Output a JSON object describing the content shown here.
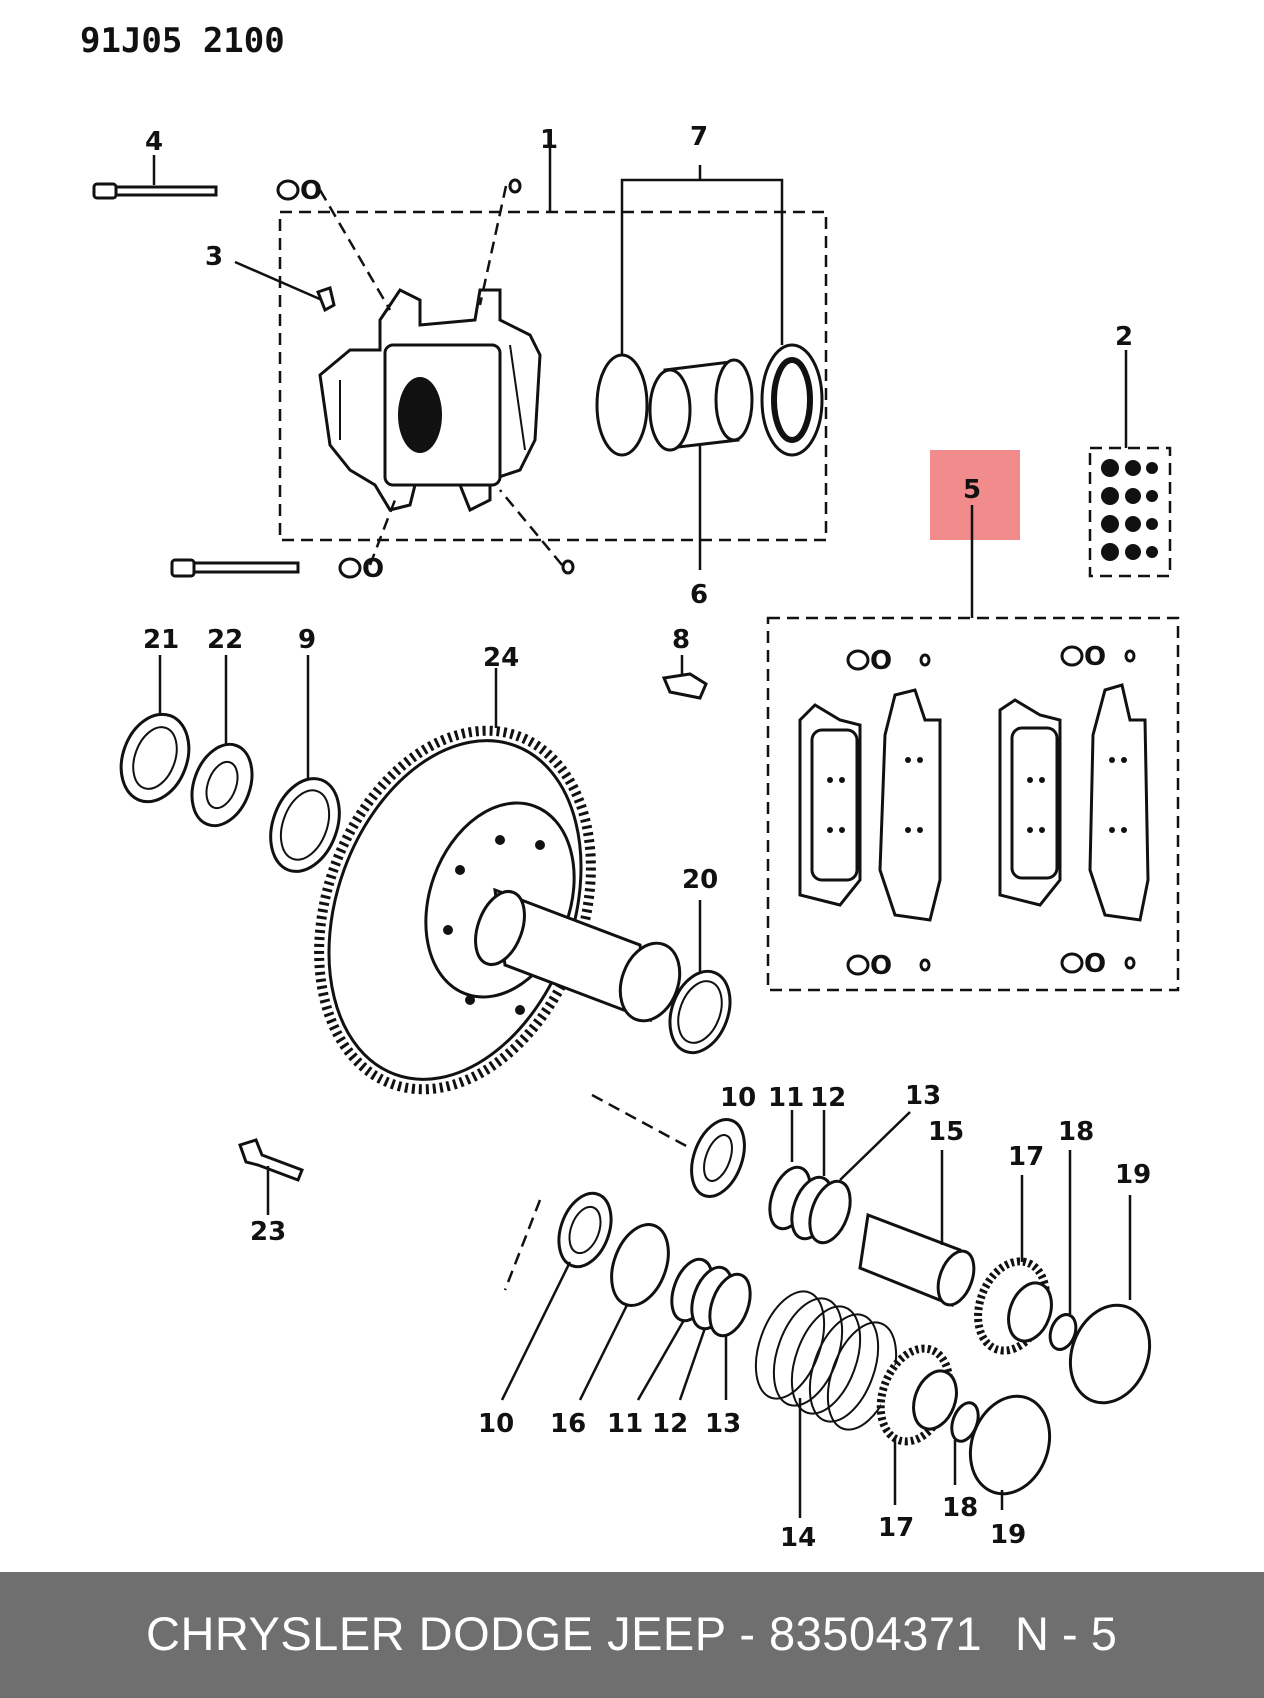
{
  "header": {
    "code": "91J05 2100"
  },
  "highlight": {
    "label": "5",
    "color": "#f28b8b"
  },
  "callouts": {
    "c1": "1",
    "c2": "2",
    "c3": "3",
    "c4": "4",
    "c5": "5",
    "c6": "6",
    "c7": "7",
    "c8": "8",
    "c9": "9",
    "c10a": "10",
    "c10b": "10",
    "c11a": "11",
    "c11b": "11",
    "c12a": "12",
    "c12b": "12",
    "c13a": "13",
    "c13b": "13",
    "c14": "14",
    "c15": "15",
    "c16": "16",
    "c17a": "17",
    "c17b": "17",
    "c18a": "18",
    "c18b": "18",
    "c19a": "19",
    "c19b": "19",
    "c20": "20",
    "c21": "21",
    "c22": "22",
    "c23": "23",
    "c24": "24"
  },
  "footer": {
    "brand_text": "CHRYSLER DODGE JEEP - 83504371",
    "page_text": "N - 5",
    "background": "#6f6f6f",
    "text_color": "#ffffff"
  }
}
